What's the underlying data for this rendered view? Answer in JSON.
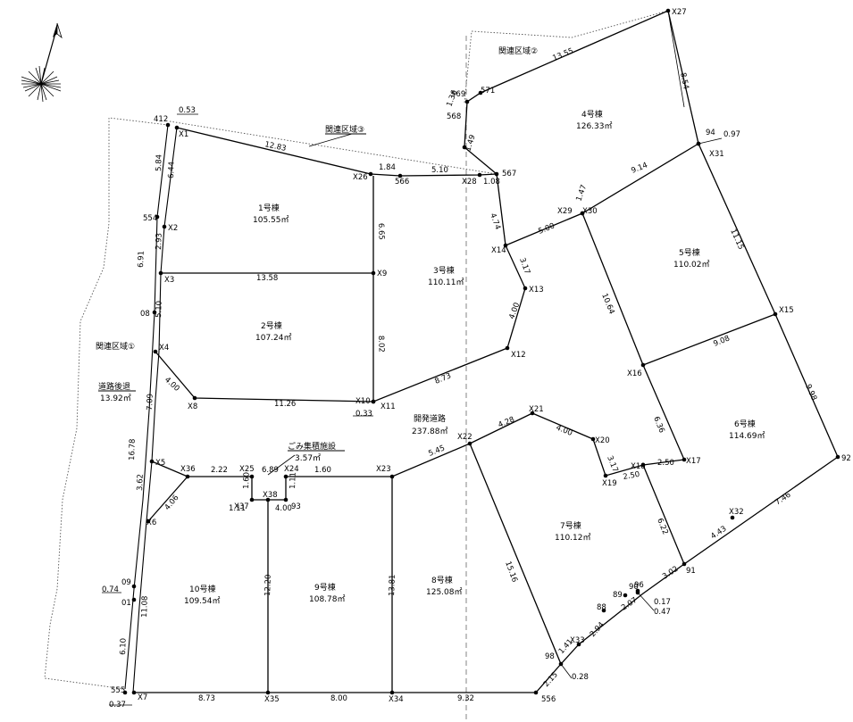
{
  "compass": {
    "icon": "north-arrow-icon"
  },
  "lots": [
    {
      "name": "1号棟",
      "area": "105.55㎡"
    },
    {
      "name": "2号棟",
      "area": "107.24㎡"
    },
    {
      "name": "3号棟",
      "area": "110.11㎡"
    },
    {
      "name": "4号棟",
      "area": "126.33㎡"
    },
    {
      "name": "5号棟",
      "area": "110.02㎡"
    },
    {
      "name": "6号棟",
      "area": "114.69㎡"
    },
    {
      "name": "7号棟",
      "area": "110.12㎡"
    },
    {
      "name": "8号棟",
      "area": "125.08㎡"
    },
    {
      "name": "9号棟",
      "area": "108.78㎡"
    },
    {
      "name": "10号棟",
      "area": "109.54㎡"
    }
  ],
  "road": {
    "name": "開発道路",
    "area": "237.88㎡"
  },
  "garbage": {
    "name": "ごみ集積施設",
    "area": "3.57㎡"
  },
  "setback": {
    "name": "道路後退",
    "area": "13.92㎡"
  },
  "related": [
    "関連区域①",
    "関連区域②",
    "関連区域③"
  ],
  "points": [
    "412",
    "X1",
    "554",
    "X2",
    "X3",
    "08",
    "X4",
    "X8",
    "X5",
    "X6",
    "09",
    "01",
    "555",
    "X7",
    "X35",
    "X34",
    "556",
    "X26",
    "566",
    "X28",
    "567",
    "568",
    "569",
    "571",
    "X27",
    "X9",
    "X10",
    "X11",
    "X12",
    "X13",
    "X14",
    "X29",
    "X30",
    "94",
    "X31",
    "X15",
    "X16",
    "X17",
    "X18",
    "X19",
    "X20",
    "X21",
    "X22",
    "X23",
    "X24",
    "X25",
    "X36",
    "X37",
    "X38",
    "93",
    "92",
    "X32",
    "91",
    "96",
    "90",
    "89",
    "88",
    "X33",
    "98"
  ],
  "dims": [
    "0.53",
    "12.83",
    "1.84",
    "5.10",
    "1.08",
    "13.55",
    "1.36",
    "1.49",
    "8.54",
    "0.97",
    "5.84",
    "6.44",
    "2.93",
    "6.91",
    "5.10",
    "6.65",
    "13.58",
    "8.02",
    "4.00",
    "11.26",
    "0.33",
    "8.73",
    "3.17",
    "4.00",
    "4.74",
    "5.00",
    "1.47",
    "9.14",
    "11.15",
    "10.64",
    "9.08",
    "9.98",
    "6.36",
    "2.50",
    "2.50",
    "4.28",
    "4.00",
    "3.17",
    "5.45",
    "6.22",
    "7.46",
    "4.43",
    "3.02",
    "0.17",
    "0.47",
    "2.07",
    "2.94",
    "1.41",
    "0.28",
    "2.15",
    "15.16",
    "7.09",
    "16.78",
    "3.62",
    "4.06",
    "2.22",
    "6.89",
    "1.60",
    "1.60",
    "1.11",
    "1.11",
    "4.00",
    "12.20",
    "13.81",
    "0.74",
    "11.08",
    "6.10",
    "0.37",
    "8.73",
    "8.00",
    "9.32"
  ]
}
